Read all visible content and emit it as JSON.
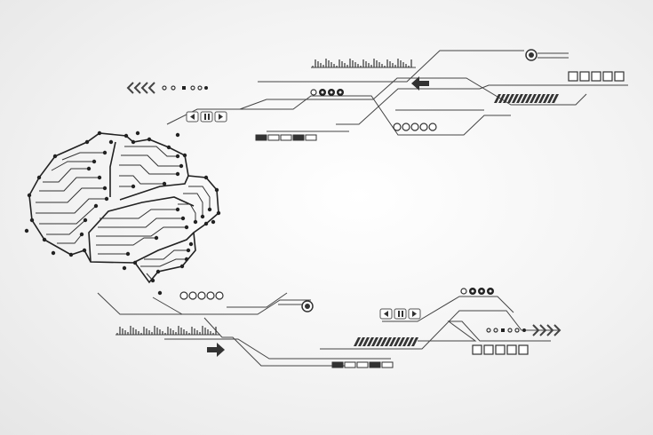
{
  "colors": {
    "background": "#f2f2f2",
    "line": "#444444",
    "accent": "#222222"
  },
  "icons": {
    "brain": "brain-circuit-icon",
    "arrow_left": "arrow-left-icon",
    "arrow_right": "arrow-right-icon",
    "chevrons_left": "chevrons-left-icon",
    "chevrons_right": "chevrons-right-icon",
    "media_controls": [
      "rewind-icon",
      "pause-icon",
      "play-icon"
    ],
    "target": "target-icon",
    "gear": "gear-icon"
  },
  "top_cluster": {
    "segment_bar_filled": [
      true,
      false,
      false,
      true,
      false
    ],
    "circle_count": 5,
    "square_count": 5
  },
  "bottom_cluster": {
    "segment_bar_filled": [
      true,
      false,
      false,
      true,
      false
    ],
    "circle_count": 5,
    "square_count": 5
  }
}
